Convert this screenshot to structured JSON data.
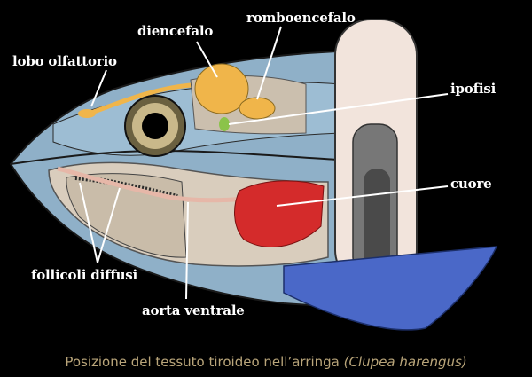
{
  "labels": {
    "diencefalo": "diencefalo",
    "romboencefalo": "romboencefalo",
    "lobo_olfattorio": "lobo olfattorio",
    "ipofisi": "ipofisi",
    "cuore": "cuore",
    "follicoli_diffusi": "follicoli diffusi",
    "aorta_ventrale": "aorta ventrale"
  },
  "caption": {
    "text": "Posizione del tessuto tiroideo nell’arringa",
    "species": "(Clupea harengus)"
  },
  "colors": {
    "background": "#000000",
    "head": "#8fb0c8",
    "brain": "#f0b54a",
    "heart": "#d42b2b",
    "gill_arch": "#f2e4dc",
    "fin": "#4a68c8",
    "caption": "#b9a57a"
  }
}
